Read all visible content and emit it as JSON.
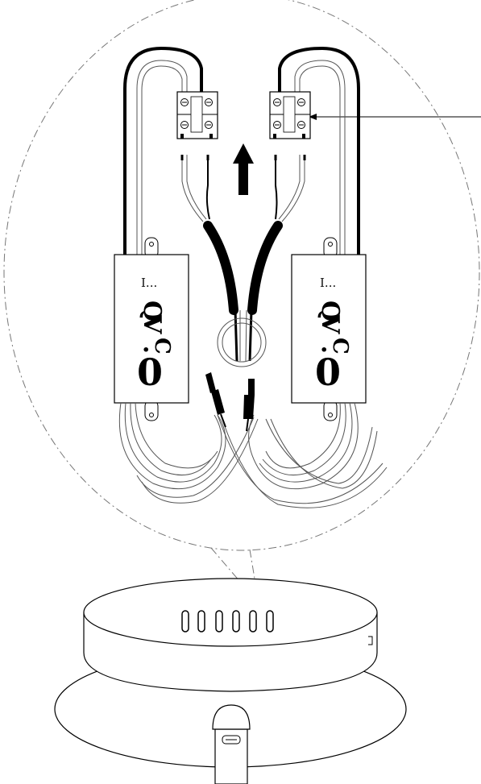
{
  "diagram": {
    "left_driver": {
      "label_small": "I...",
      "label_v": "V",
      "label_q": "Q",
      "label_c": "C",
      "label_dot": "·",
      "label_zero": "0"
    },
    "right_driver": {
      "label_small": "I...",
      "label_v": "V",
      "label_q": "Q",
      "label_c": "C",
      "label_dot": "·",
      "label_zero": "0"
    },
    "colors": {
      "line": "#000000",
      "thin_wire": "#555555",
      "background": "#ffffff"
    }
  }
}
